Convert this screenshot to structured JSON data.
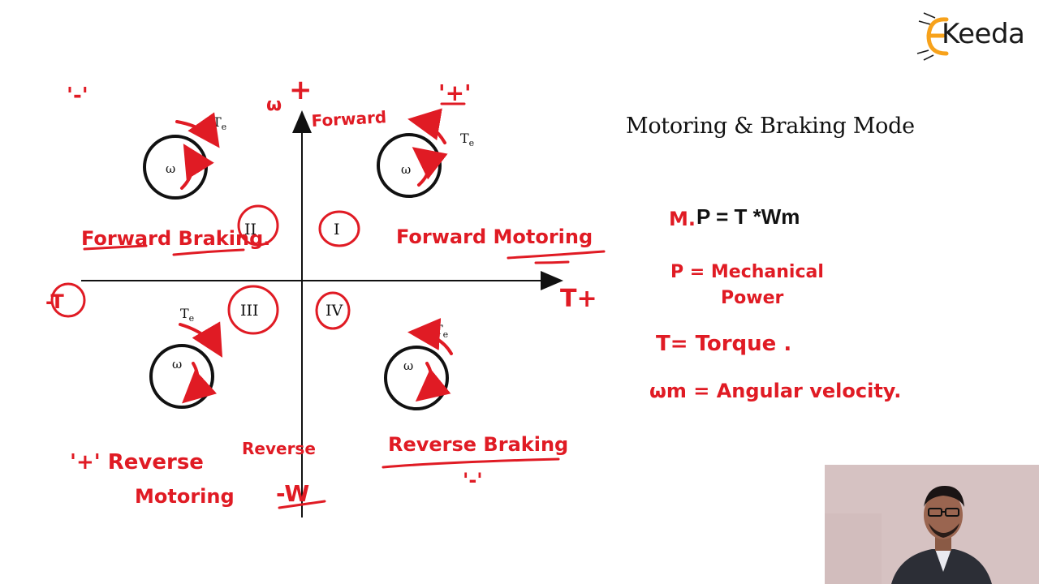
{
  "slide": {
    "title": "Motoring  & Braking Mode",
    "formula": "P = T *Wm"
  },
  "logo": {
    "text": "Keeda",
    "letter": "E"
  },
  "diagram": {
    "quadrants": [
      "I",
      "II",
      "III",
      "IV"
    ],
    "omega_symbol": "ω",
    "torque_label": "T",
    "torque_sub": "e"
  },
  "annotations": {
    "axis_omega": "ω",
    "plus_top": "+",
    "forward": "Forward",
    "plus_quote": "'+'",
    "minus_quote_top": "'-'",
    "forward_braking": "Forward  Braking.",
    "forward_motoring": "Forward  Motoring",
    "torque_plus": "T+",
    "minus_left": "-T",
    "plus_reverse": "'+' Reverse",
    "reverse_motoring": "Motoring",
    "reverse_top": "Reverse",
    "minus_w": "-W",
    "reverse_braking": "Reverse  Braking",
    "minus_quote_bottom": "'-'",
    "mp_prefix": "M.",
    "p_def_1": "P = Mechanical",
    "p_def_2": "Power",
    "t_def": "T= Torque .",
    "wm_def": "ωm = Angular  velocity."
  },
  "colors": {
    "ink": "#e01b24",
    "text": "#111111",
    "logo_accent": "#f7a21b"
  }
}
